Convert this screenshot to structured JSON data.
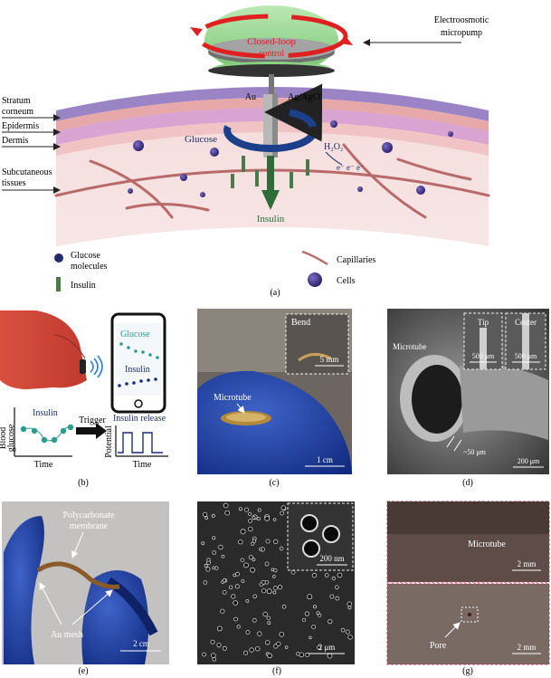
{
  "panel_a": {
    "label": "(a)",
    "pump_label_line1": "Electroosmotic",
    "pump_label_line2": "micropump",
    "closed_loop_line1": "Closed-loop",
    "closed_loop_line2": "control",
    "electrode_au": "Au",
    "electrode_agcl": "Ag/AgCl",
    "layer_stratum_line1": "Stratum",
    "layer_stratum_line2": "corneum",
    "layer_epidermis": "Epidermis",
    "layer_dermis": "Dermis",
    "layer_subcut_line1": "Subcutaneous",
    "layer_subcut_line2": "tissues",
    "glucose_label": "Glucose",
    "h2o2_label": "H₂O₂",
    "electron_label": "e⁻ e⁻ e⁻",
    "insulin_label": "Insulin",
    "legend": {
      "glucose_line1": "Glucose",
      "glucose_line2": "molecules",
      "insulin": "Insulin",
      "capillaries": "Capillaries",
      "cells": "Cells"
    },
    "colors": {
      "pump_green": "#8fd08a",
      "arrow_red": "#e02020",
      "arrow_blue": "#1c3f8a",
      "insulin_green": "#2e6b3a",
      "skin": "#f0d0d0"
    }
  },
  "panel_b": {
    "label": "(b)",
    "phone_glucose": "Glucose",
    "phone_insulin": "Insulin",
    "graph_insulin": "Insulin",
    "graph_ylabel_line1": "Blood",
    "graph_ylabel_line2": "glucose",
    "graph_xlabel": "Time",
    "trigger": "Trigger",
    "release_title": "Insulin release",
    "release_ylabel": "Potential",
    "release_xlabel": "Time"
  },
  "panel_c": {
    "label": "(c)",
    "inset": "Bend",
    "inset_scale": "5 mm",
    "microtube": "Microtube",
    "scale": "1 cm"
  },
  "panel_d": {
    "label": "(d)",
    "microtube": "Microtube",
    "tip": "Tip",
    "tip_scale": "500 μm",
    "center": "Center",
    "center_scale": "500 μm",
    "diameter": "~50 μm",
    "scale": "200 μm"
  },
  "panel_e": {
    "label": "(e)",
    "membrane_line1": "Polycarbonate",
    "membrane_line2": "membrane",
    "mesh": "Au mesh",
    "scale": "2 cm"
  },
  "panel_f": {
    "label": "(f)",
    "inset_scale": "200 nm",
    "scale": "2 μm"
  },
  "panel_g": {
    "label": "(g)",
    "microtube": "Microtube",
    "top_scale": "2 mm",
    "pore": "Pore",
    "bottom_scale": "2 mm"
  }
}
